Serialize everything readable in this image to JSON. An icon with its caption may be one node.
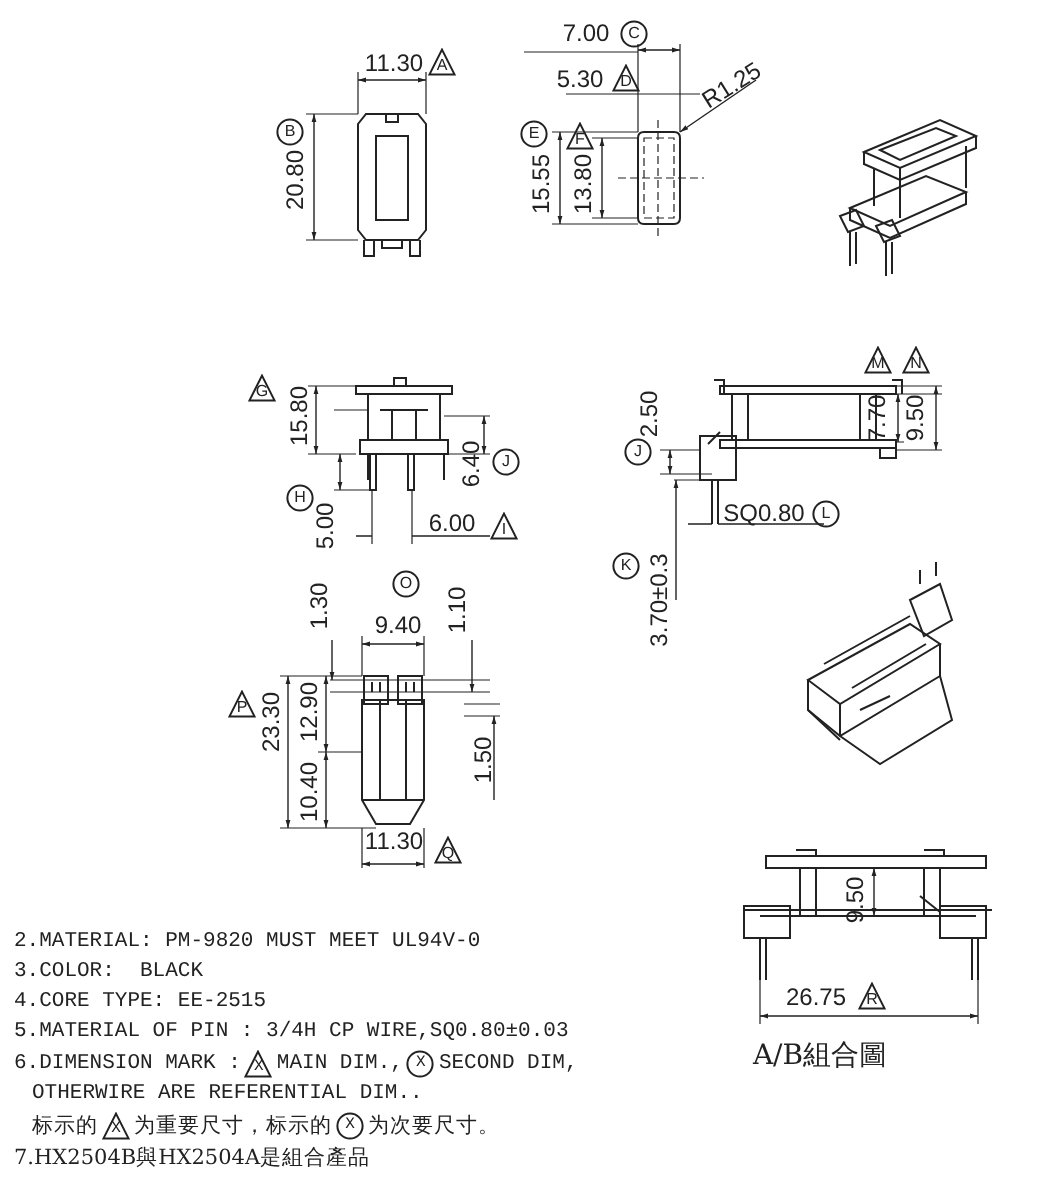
{
  "diagram": {
    "labels": [
      "11.30",
      "A",
      "B",
      "20.80",
      "7.00",
      "C",
      "5.30",
      "D",
      "R1.25",
      "E",
      "F",
      "15.55",
      "13.80",
      "G",
      "15.80",
      "6.40",
      "J",
      "H",
      "5.00",
      "6.00",
      "I",
      "J",
      "2.50",
      "M",
      "N",
      "7.70",
      "9.50",
      "SQ0.80",
      "L",
      "K",
      "3.70±0.3",
      "1.30",
      "O",
      "9.40",
      "1.10",
      "P",
      "23.30",
      "12.90",
      "10.40",
      "1.50",
      "11.30",
      "Q",
      "9.50",
      "26.75",
      "R",
      "A/B組合圖",
      "2.MATERIAL: PM-9820 MUST MEET UL94V-0",
      "3.COLOR:  BLACK",
      "4.CORE TYPE: EE-2515",
      "5.MATERIAL OF PIN : 3/4H CP WIRE,SQ0.80±0.03",
      "6.DIMENSION MARK :",
      "X",
      "MAIN DIM.,",
      "X",
      "SECOND DIM,",
      "OTHERWIRE ARE REFERENTIAL DIM..",
      "标示的",
      "X",
      "为重要尺寸，标示的",
      "X",
      "为次要尺寸。",
      "7.HX2504B與HX2504A是組合產品"
    ]
  }
}
